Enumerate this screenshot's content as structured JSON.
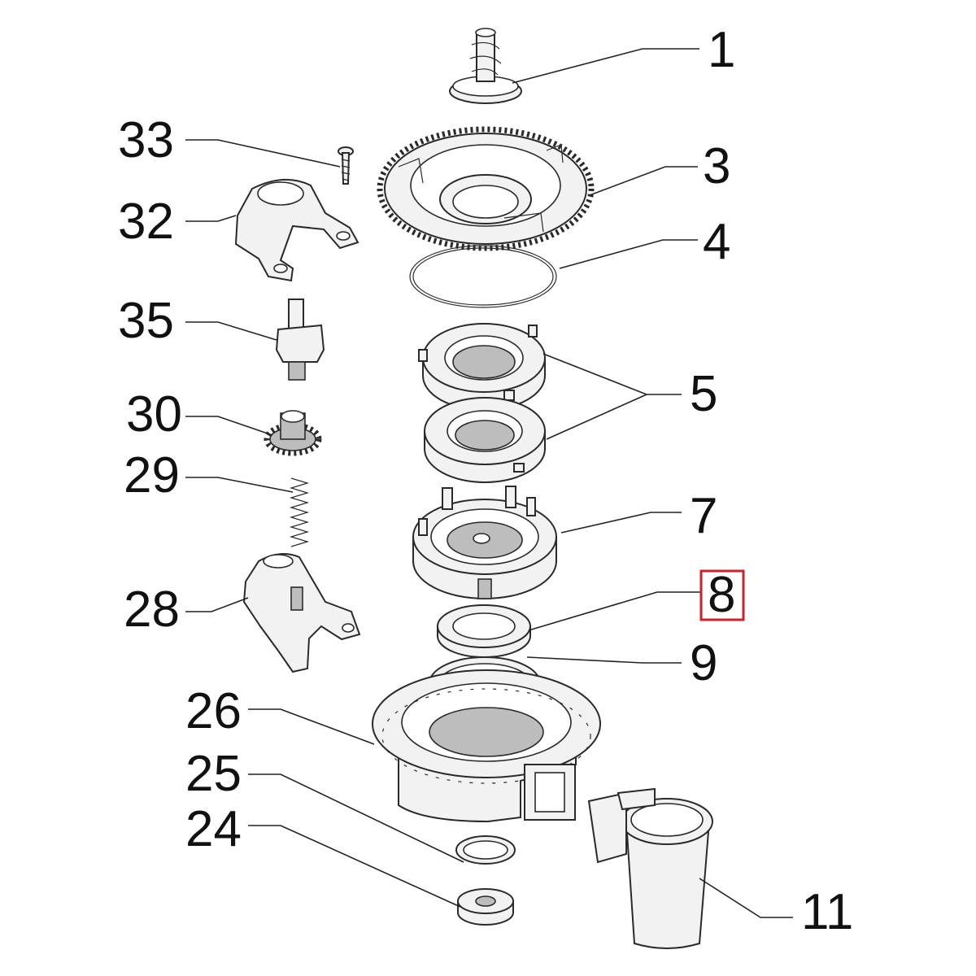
{
  "callouts": [
    {
      "id": "1",
      "label": "1"
    },
    {
      "id": "3",
      "label": "3"
    },
    {
      "id": "4",
      "label": "4"
    },
    {
      "id": "5",
      "label": "5"
    },
    {
      "id": "7",
      "label": "7"
    },
    {
      "id": "8",
      "label": "8",
      "highlighted": true
    },
    {
      "id": "9",
      "label": "9"
    },
    {
      "id": "11",
      "label": "11"
    },
    {
      "id": "24",
      "label": "24"
    },
    {
      "id": "25",
      "label": "25"
    },
    {
      "id": "26",
      "label": "26"
    },
    {
      "id": "28",
      "label": "28"
    },
    {
      "id": "29",
      "label": "29"
    },
    {
      "id": "30",
      "label": "30"
    },
    {
      "id": "32",
      "label": "32"
    },
    {
      "id": "33",
      "label": "33"
    },
    {
      "id": "35",
      "label": "35"
    }
  ],
  "colors": {
    "background": "#ffffff",
    "line": "#222222",
    "highlight": "#d0202a"
  }
}
